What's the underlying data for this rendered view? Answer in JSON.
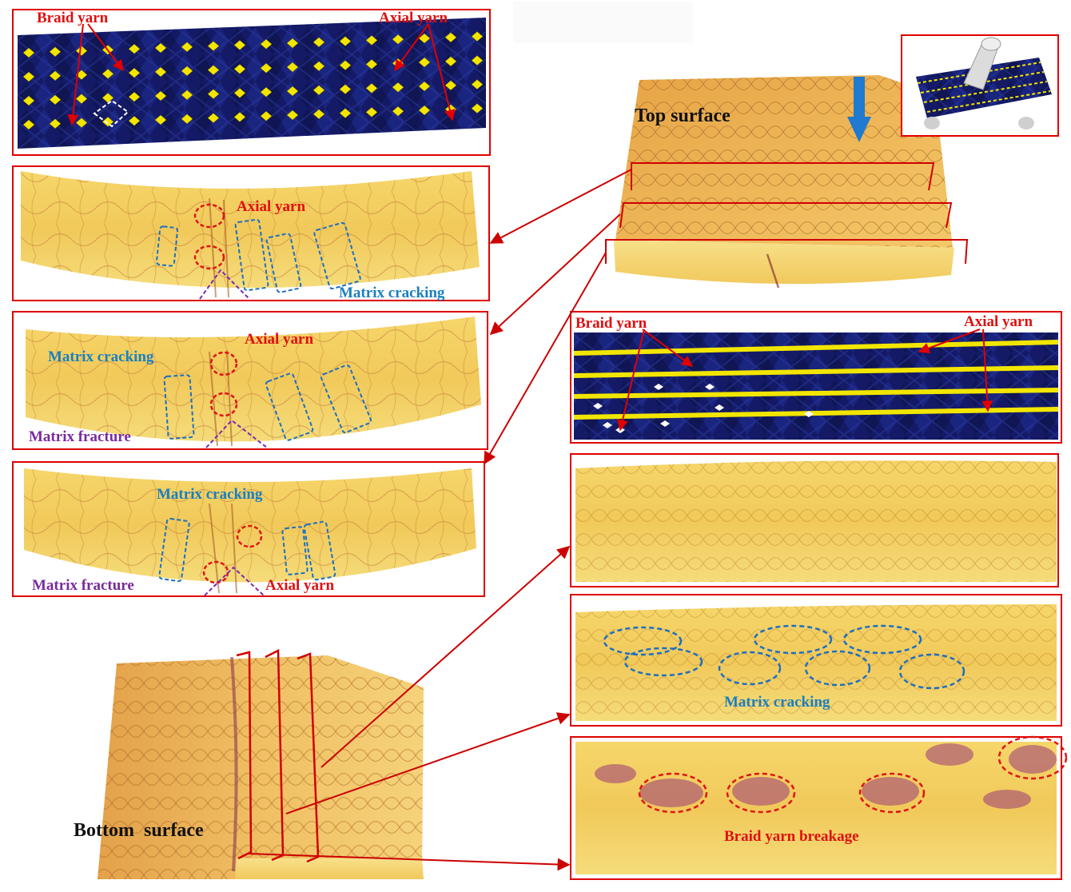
{
  "labels": {
    "braid_yarn": "Braid yarn",
    "axial_yarn": "Axial yarn",
    "top_surface": "Top surface",
    "bottom_surface": "Bottom  surface",
    "matrix_cracking": "Matrix cracking",
    "matrix_fracture": "Matrix fracture",
    "braid_yarn_breakage": "Braid yarn breakage"
  },
  "colors": {
    "frame": "#e00000",
    "arrow": "#cc0000",
    "label_red": "#e01010",
    "label_blue": "#1a7fc0",
    "label_purple": "#7a2a9c",
    "label_black": "#111111",
    "yarn_navy": "#141a66",
    "yarn_yellow": "#f2e600",
    "specimen_yellow": "#f3cf5a",
    "specimen_orange": "#e7a64a",
    "load_arrow": "#1f7ad0",
    "damage_blue_dash": "#1d6fc0",
    "damage_red_dash": "#e01414",
    "damage_purple_dash": "#7a2ab0"
  }
}
